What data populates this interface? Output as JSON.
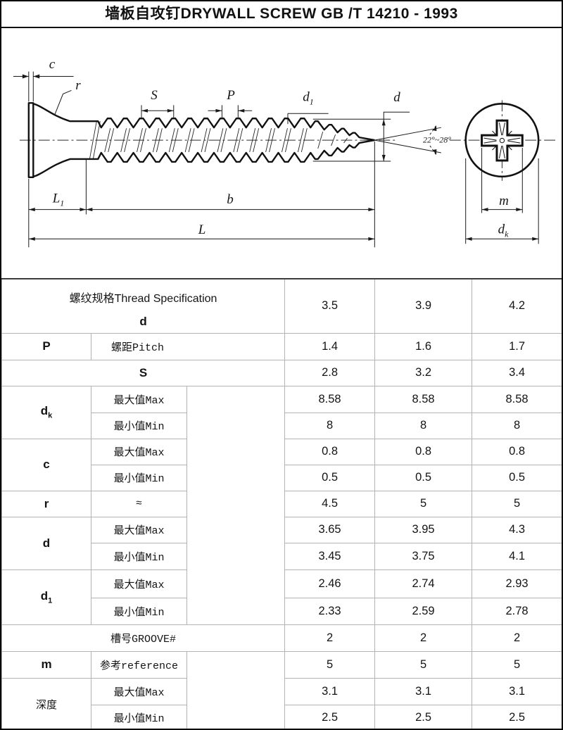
{
  "title": "墙板自攻钉DRYWALL SCREW GB /T 14210 - 1993",
  "colors": {
    "line": "#1a1a1a",
    "grid": "#b3b3b3",
    "frame": "#000000"
  },
  "drawing": {
    "dim_labels": {
      "c": "c",
      "r": "r",
      "s": "S",
      "p": "P",
      "d1_base": "d",
      "d1_sub": "1",
      "d": "d",
      "angle": "22°~28°",
      "l1_base": "L",
      "l1_sub": "1",
      "b": "b",
      "l": "L",
      "m": "m",
      "dk_base": "d",
      "dk_sub": "k"
    }
  },
  "table": {
    "spec": {
      "label": "螺纹规格Thread Specification",
      "symbol": "d",
      "values": [
        "3.5",
        "3.9",
        "4.2"
      ]
    },
    "p": {
      "key": "P",
      "label": "螺距Pitch",
      "values": [
        "1.4",
        "1.6",
        "1.7"
      ]
    },
    "s": {
      "key": "S",
      "values": [
        "2.8",
        "3.2",
        "3.4"
      ]
    },
    "dk": {
      "key_base": "d",
      "key_sub": "k",
      "max_label": "最大值Max",
      "min_label": "最小值Min",
      "max": [
        "8.58",
        "8.58",
        "8.58"
      ],
      "min": [
        "8",
        "8",
        "8"
      ]
    },
    "c": {
      "key": "c",
      "max_label": "最大值Max",
      "min_label": "最小值Min",
      "max": [
        "0.8",
        "0.8",
        "0.8"
      ],
      "min": [
        "0.5",
        "0.5",
        "0.5"
      ]
    },
    "r": {
      "key": "r",
      "label": "≈",
      "values": [
        "4.5",
        "5",
        "5"
      ]
    },
    "d": {
      "key": "d",
      "max_label": "最大值Max",
      "min_label": "最小值Min",
      "max": [
        "3.65",
        "3.95",
        "4.3"
      ],
      "min": [
        "3.45",
        "3.75",
        "4.1"
      ]
    },
    "d1": {
      "key_base": "d",
      "key_sub": "1",
      "max_label": "最大值Max",
      "min_label": "最小值Min",
      "max": [
        "2.46",
        "2.74",
        "2.93"
      ],
      "min": [
        "2.33",
        "2.59",
        "2.78"
      ]
    },
    "groove": {
      "label": "槽号GROOVE#",
      "values": [
        "2",
        "2",
        "2"
      ]
    },
    "m": {
      "key": "m",
      "label": "参考reference",
      "values": [
        "5",
        "5",
        "5"
      ]
    },
    "depth": {
      "key": "深度",
      "max_label": "最大值Max",
      "min_label": "最小值Min",
      "max": [
        "3.1",
        "3.1",
        "3.1"
      ],
      "min": [
        "2.5",
        "2.5",
        "2.5"
      ]
    }
  }
}
